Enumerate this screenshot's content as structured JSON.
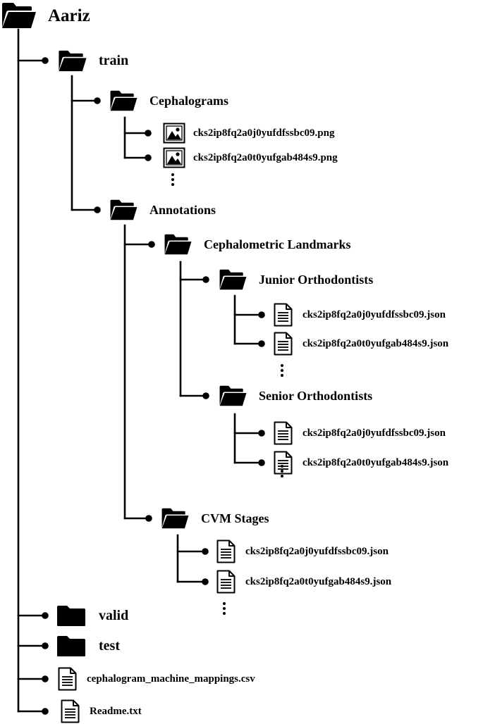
{
  "tree": {
    "root": {
      "label": "Aariz",
      "icon": "folder-open-icon"
    },
    "train": {
      "label": "train",
      "icon": "folder-open-icon"
    },
    "cephalograms": {
      "label": "Cephalograms",
      "icon": "folder-open-icon"
    },
    "ceph_file_1": {
      "label": "cks2ip8fq2a0j0yufdfssbc09.png",
      "icon": "image-file-icon"
    },
    "ceph_file_2": {
      "label": "cks2ip8fq2a0t0yufgab484s9.png",
      "icon": "image-file-icon"
    },
    "annotations": {
      "label": "Annotations",
      "icon": "folder-open-icon"
    },
    "landmarks": {
      "label": "Cephalometric Landmarks",
      "icon": "folder-open-icon"
    },
    "junior": {
      "label": "Junior Orthodontists",
      "icon": "folder-open-icon"
    },
    "junior_file_1": {
      "label": "cks2ip8fq2a0j0yufdfssbc09.json",
      "icon": "document-icon"
    },
    "junior_file_2": {
      "label": "cks2ip8fq2a0t0yufgab484s9.json",
      "icon": "document-icon"
    },
    "senior": {
      "label": "Senior Orthodontists",
      "icon": "folder-open-icon"
    },
    "senior_file_1": {
      "label": "cks2ip8fq2a0j0yufdfssbc09.json",
      "icon": "document-icon"
    },
    "senior_file_2": {
      "label": "cks2ip8fq2a0t0yufgab484s9.json",
      "icon": "document-icon"
    },
    "cvm": {
      "label": "CVM Stages",
      "icon": "folder-open-icon"
    },
    "cvm_file_1": {
      "label": "cks2ip8fq2a0j0yufdfssbc09.json",
      "icon": "document-icon"
    },
    "cvm_file_2": {
      "label": "cks2ip8fq2a0t0yufgab484s9.json",
      "icon": "document-icon"
    },
    "valid": {
      "label": "valid",
      "icon": "folder-closed-icon"
    },
    "test": {
      "label": "test",
      "icon": "folder-closed-icon"
    },
    "mappings_csv": {
      "label": "cephalogram_machine_mappings.csv",
      "icon": "document-icon"
    },
    "readme": {
      "label": "Readme.txt",
      "icon": "document-icon"
    }
  },
  "colors": {
    "ink": "#000000",
    "background": "#ffffff"
  }
}
